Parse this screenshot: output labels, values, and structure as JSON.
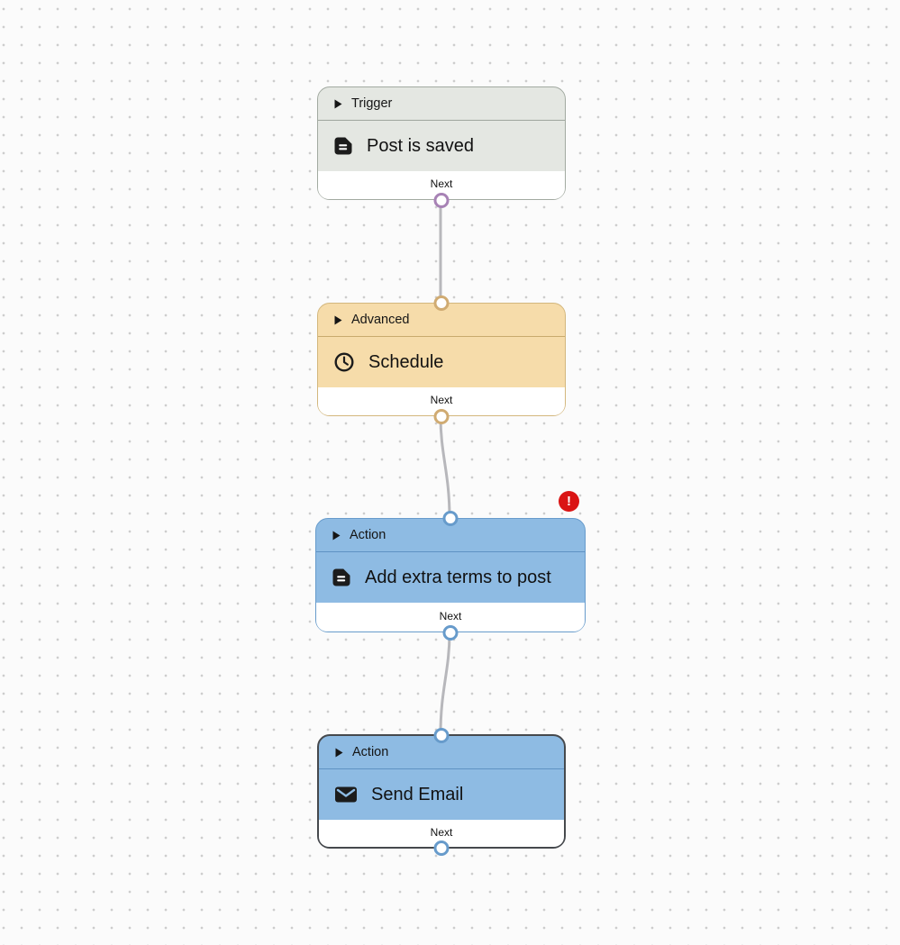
{
  "canvas": {
    "background_color": "#fbfbfb",
    "dot_color": "#cdcdcd",
    "edge_color": "#b7b7bb"
  },
  "nodes": [
    {
      "type_label": "Trigger",
      "title": "Post is saved",
      "icon": "document-icon",
      "footer_label": "Next",
      "colors": {
        "bg": "#e4e7e2",
        "border": "#a2aaa1",
        "divider": "#9fa69e",
        "port": "#a782b5"
      }
    },
    {
      "type_label": "Advanced",
      "title": "Schedule",
      "icon": "clock-icon",
      "footer_label": "Next",
      "colors": {
        "bg": "#f6dcaa",
        "border": "#d3b77d",
        "divider": "#c9aa6d",
        "port": "#d0ab72"
      }
    },
    {
      "type_label": "Action",
      "title": "Add extra terms to post",
      "icon": "document-icon",
      "footer_label": "Next",
      "has_error": true,
      "colors": {
        "bg": "#8ebbe3",
        "border": "#679bcb",
        "divider": "#5f92c3",
        "port": "#679bcb"
      }
    },
    {
      "type_label": "Action",
      "title": "Send Email",
      "icon": "mail-icon",
      "footer_label": "Next",
      "selected": true,
      "colors": {
        "bg": "#8ebbe3",
        "border": "#46494d",
        "divider": "#5f92c3",
        "port": "#679bcb"
      }
    }
  ],
  "error_badge": {
    "symbol": "!",
    "color": "#da1414"
  }
}
